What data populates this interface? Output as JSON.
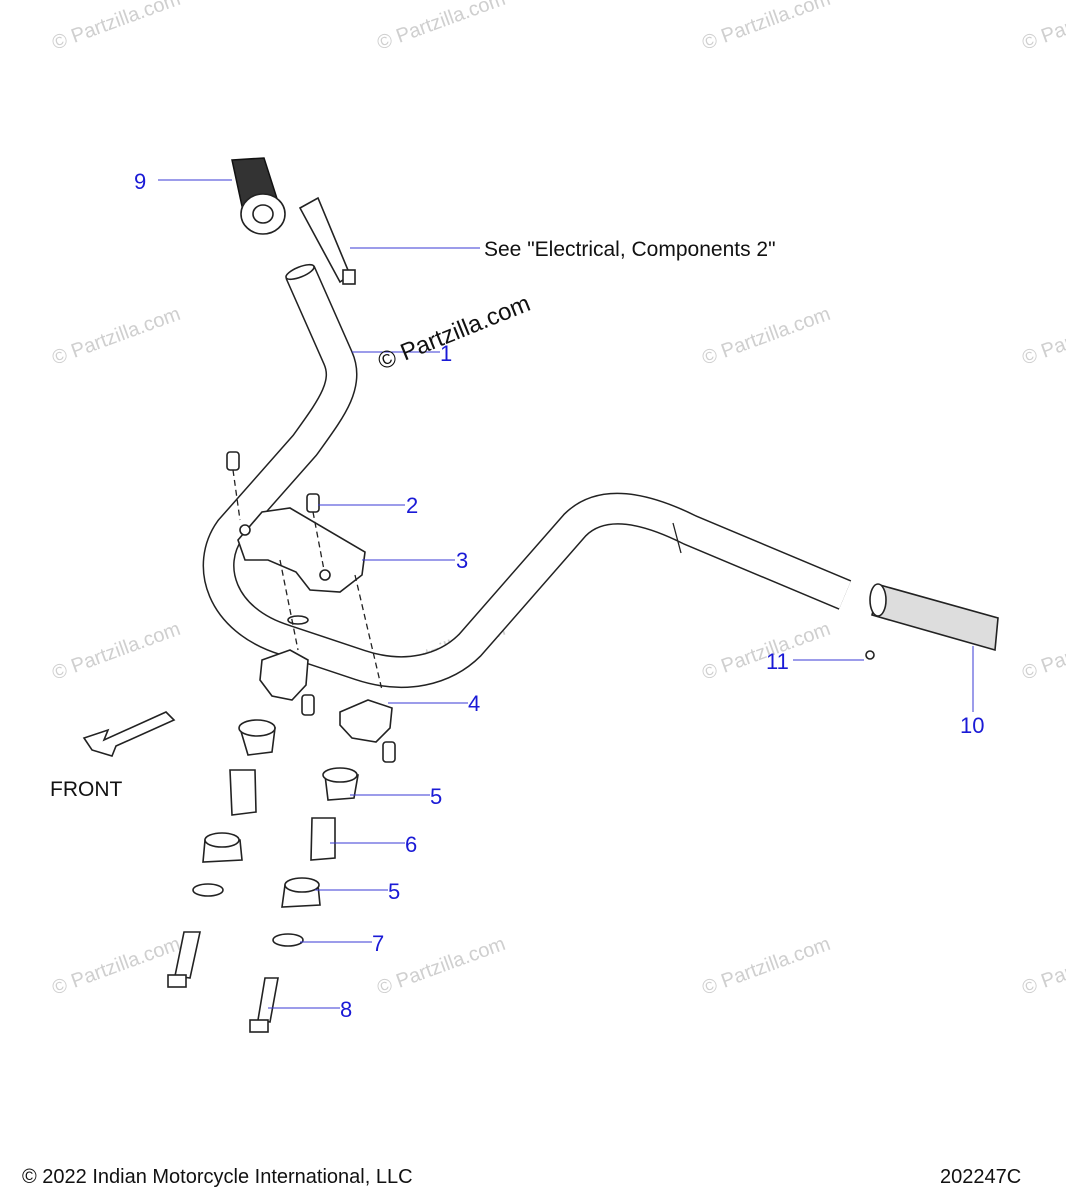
{
  "callouts": [
    {
      "label": "9"
    },
    {
      "label": "1"
    },
    {
      "label": "2"
    },
    {
      "label": "3"
    },
    {
      "label": "4"
    },
    {
      "label": "5"
    },
    {
      "label": "6"
    },
    {
      "label": "5"
    },
    {
      "label": "7"
    },
    {
      "label": "8"
    },
    {
      "label": "11"
    },
    {
      "label": "10"
    }
  ],
  "reference_note": "See \"Electrical, Components 2\"",
  "front_label": "FRONT",
  "watermark_main": "© Partzilla.com",
  "watermark_repeat": "© Partzilla.com",
  "footer": {
    "copyright": "© 2022 Indian Motorcycle International, LLC",
    "drawing_number": "202247C"
  }
}
